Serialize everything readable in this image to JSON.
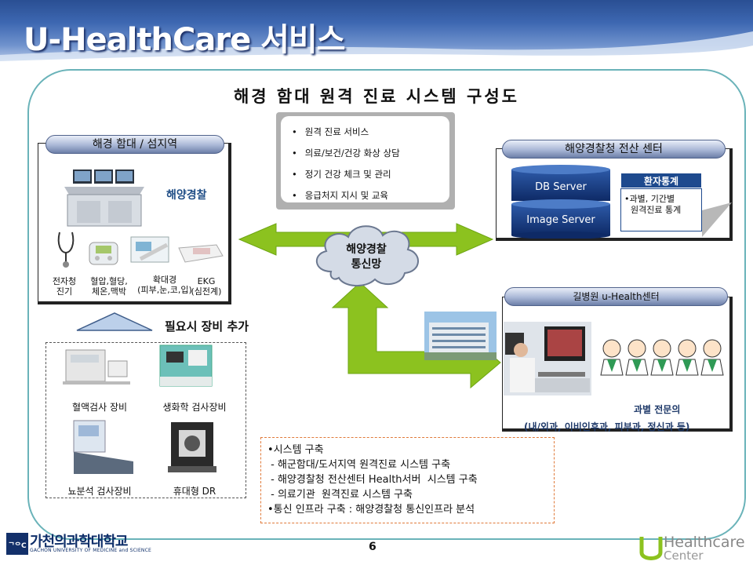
{
  "header": {
    "title": "U-HealthCare 서비스"
  },
  "diagram_title": "해경 함대 원격 진료 시스템 구성도",
  "ship": {
    "tab": "해경 함대 / 섬지역",
    "label": "해양경찰",
    "equipment": [
      {
        "line1": "전자청",
        "line2": "진기"
      },
      {
        "line1": "혈압,혈당,",
        "line2": "체온,맥박"
      },
      {
        "line1": "확대경",
        "line2": "(피부,눈,코,입)"
      },
      {
        "line1": "EKG",
        "line2": "(심전계)"
      }
    ]
  },
  "services": [
    "원격 진료 서비스",
    "의료/보건/건강 화상 상담",
    "정기 건강 체크 및 관리",
    "응급처지 지시 및 교육"
  ],
  "network": {
    "line1": "해양경찰",
    "line2": "통신망"
  },
  "computer_center": {
    "tab": "해양경찰청 전산 센터",
    "db_server": "DB Server",
    "image_server": "Image Server",
    "stats_title": "환자통계",
    "stats_line1": "•과별, 기간별",
    "stats_line2": "원격진료 통계"
  },
  "hospital": {
    "tab": "길병원 u-Health센터",
    "specialist": "과별 전문의",
    "departments": "(내/외과, 이비인후과, 피부과, 정신과 등)"
  },
  "extra": {
    "label": "필요시 장비 추가",
    "items": [
      "혈액검사 장비",
      "생화학 검사장비",
      "뇨분석 검사장비",
      "휴대형 DR"
    ]
  },
  "build_items": [
    "•시스템 구축",
    " - 해군함대/도서지역 원격진료 시스템 구축",
    " - 해양경찰청 전산센터 Health서버  시스템 구축",
    " - 의료기관  원격진료 시스템 구축",
    "•통신 인프라 구축 : 해양경찰청 통신인프라 분석"
  ],
  "footer": {
    "univ_kr": "가천의과학대학교",
    "univ_en": "GACHON UNIVERSITY OF MEDICINE and SCIENCE",
    "univ_mark": "ᄀᄋC",
    "page": "6",
    "logo_line1": "Healthcare",
    "logo_line2": "Center"
  },
  "colors": {
    "arrow": "#8cc21f",
    "navy": "#1e4a8e",
    "frame": "#6ab3b9"
  }
}
